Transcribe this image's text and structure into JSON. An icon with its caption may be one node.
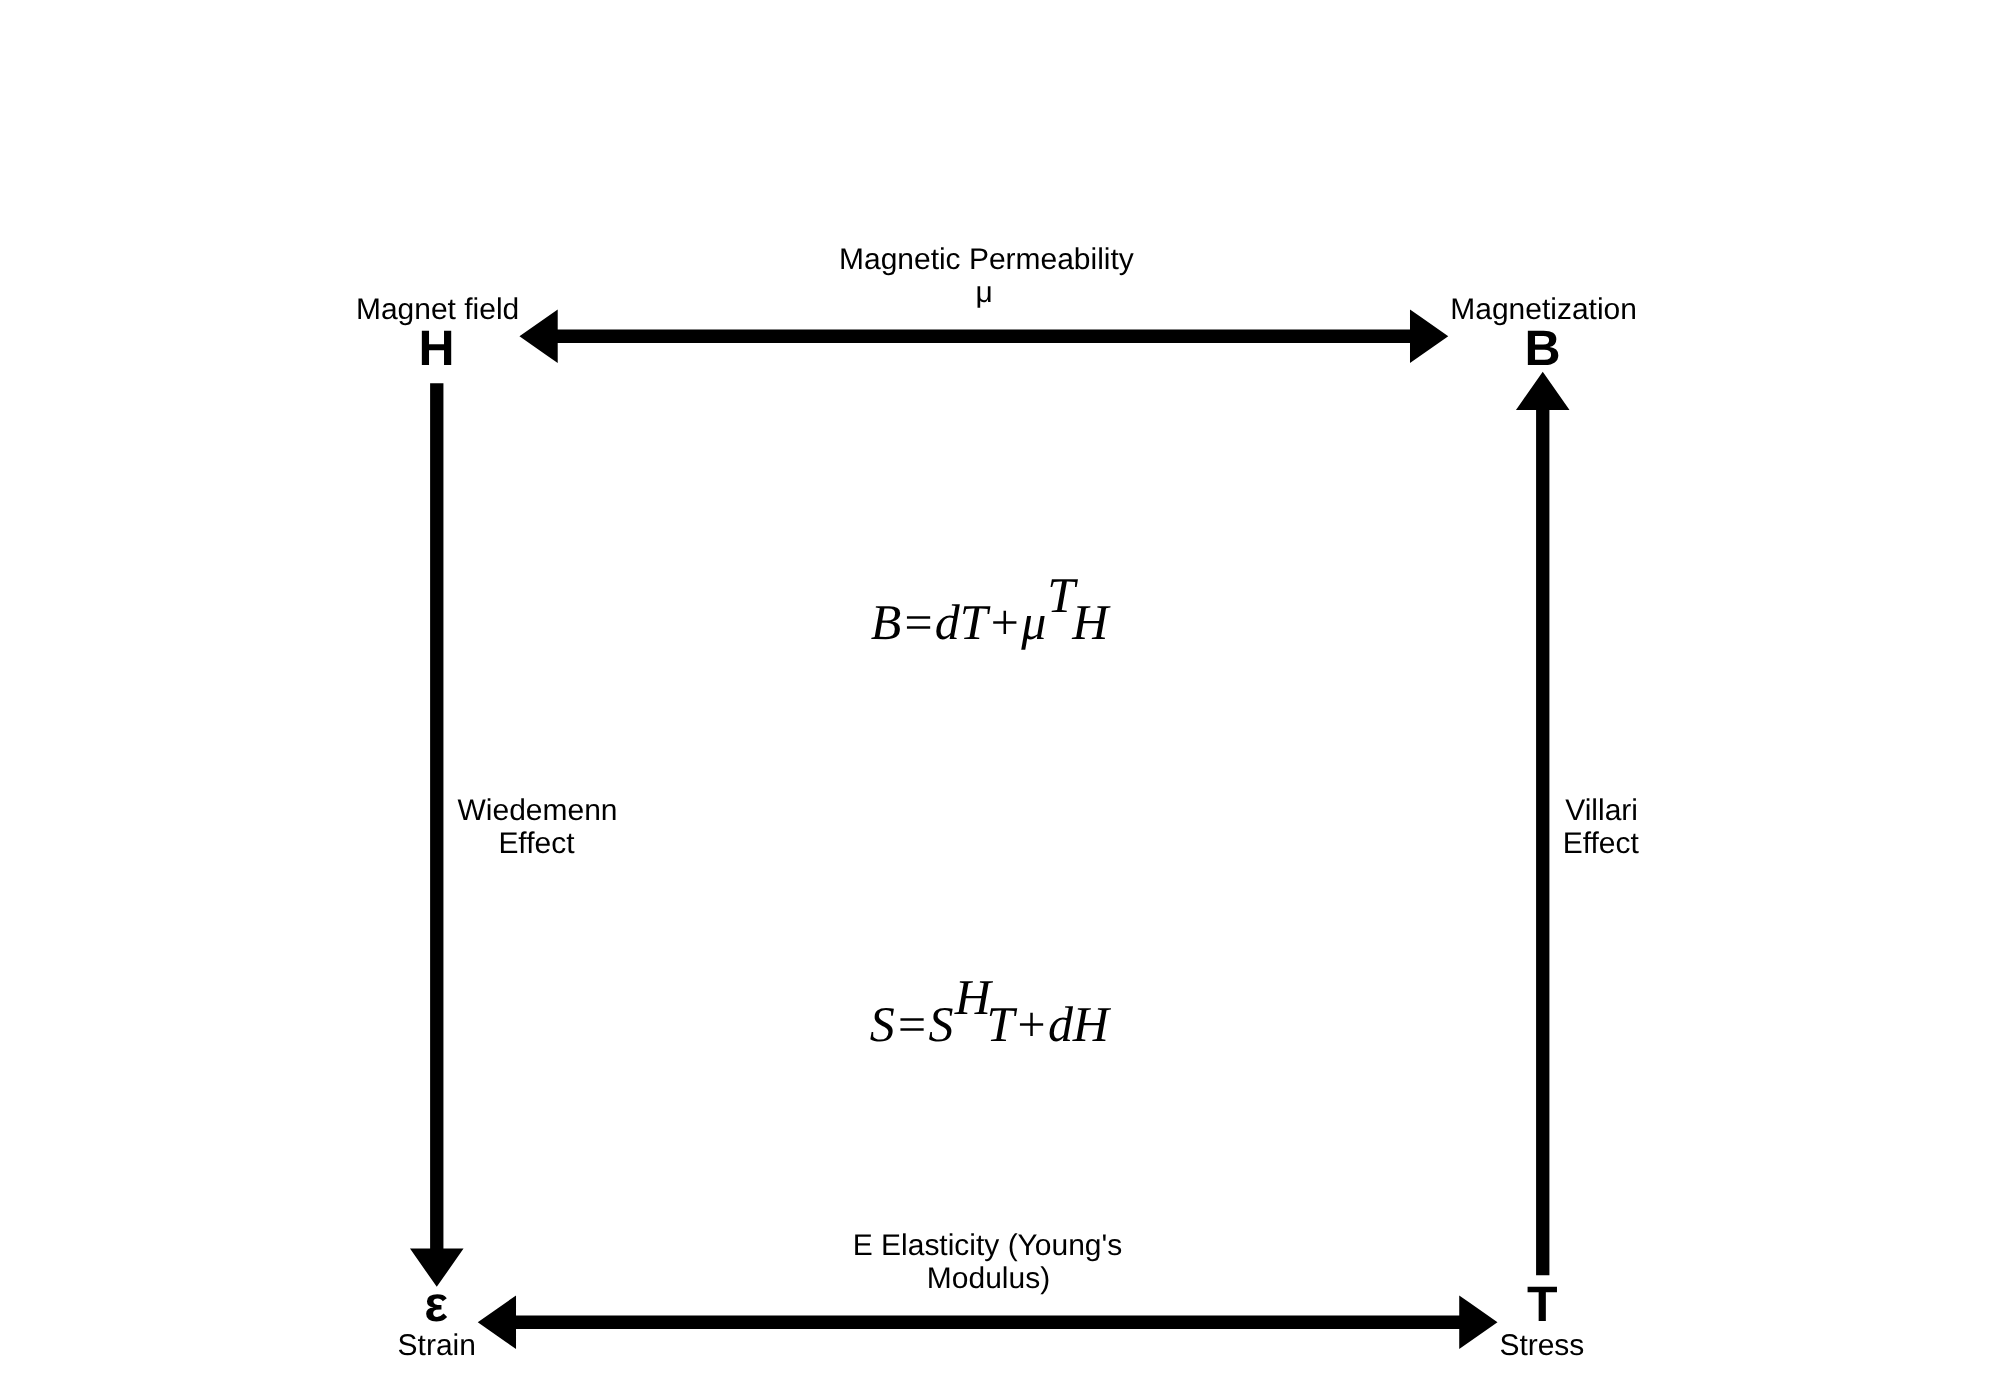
{
  "diagram": {
    "nodes": [
      {
        "text": [
          "H"
        ],
        "beside": [
          "Magnet field"
        ]
      },
      {
        "text": [
          "B"
        ],
        "beside": [
          "Magnetization"
        ]
      },
      {
        "text": [
          "ε"
        ],
        "beside": [
          "Strain"
        ]
      },
      {
        "text": [
          "T"
        ],
        "beside": [
          "Stress"
        ]
      }
    ],
    "edges": [
      {
        "from": 0,
        "to": 1,
        "arrow": "both",
        "label": "Magnetic Permeability μ"
      },
      {
        "from": 0,
        "to": 2,
        "arrow": "to",
        "label": "Wiedemenn Effect"
      },
      {
        "from": 3,
        "to": 1,
        "arrow": "to",
        "label": "Villari Effect"
      },
      {
        "from": 2,
        "to": 3,
        "arrow": "both",
        "label": "E Elasticity (Young's Modulus)"
      }
    ],
    "labels": [
      "B=dT+μ$^{T}$H",
      "S=S$^{H}$T+dH"
    ]
  }
}
